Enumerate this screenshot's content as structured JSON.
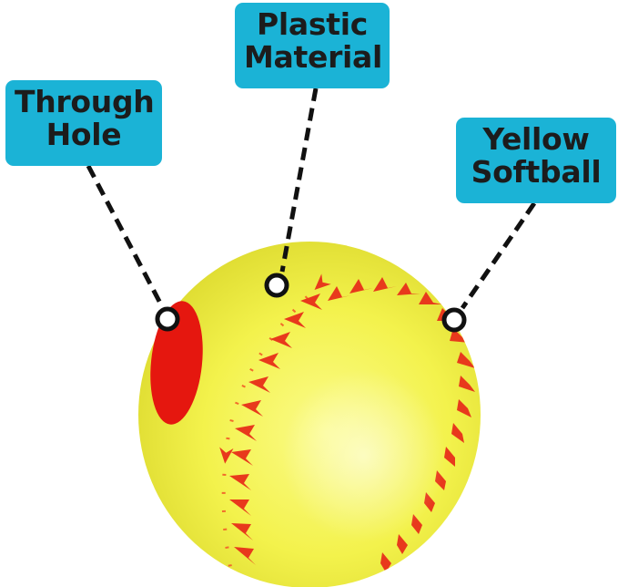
{
  "callouts": [
    {
      "id": "through-hole",
      "line1": "Through",
      "line2": "Hole"
    },
    {
      "id": "plastic-material",
      "line1": "Plastic",
      "line2": "Material"
    },
    {
      "id": "yellow-softball",
      "line1": "Yellow",
      "line2": "Softball"
    }
  ],
  "colors": {
    "label_bg": "#1bb3d6",
    "ball_yellow": "#f2f24a",
    "stitch_red": "#e8391c",
    "hole_red": "#e5170f"
  }
}
